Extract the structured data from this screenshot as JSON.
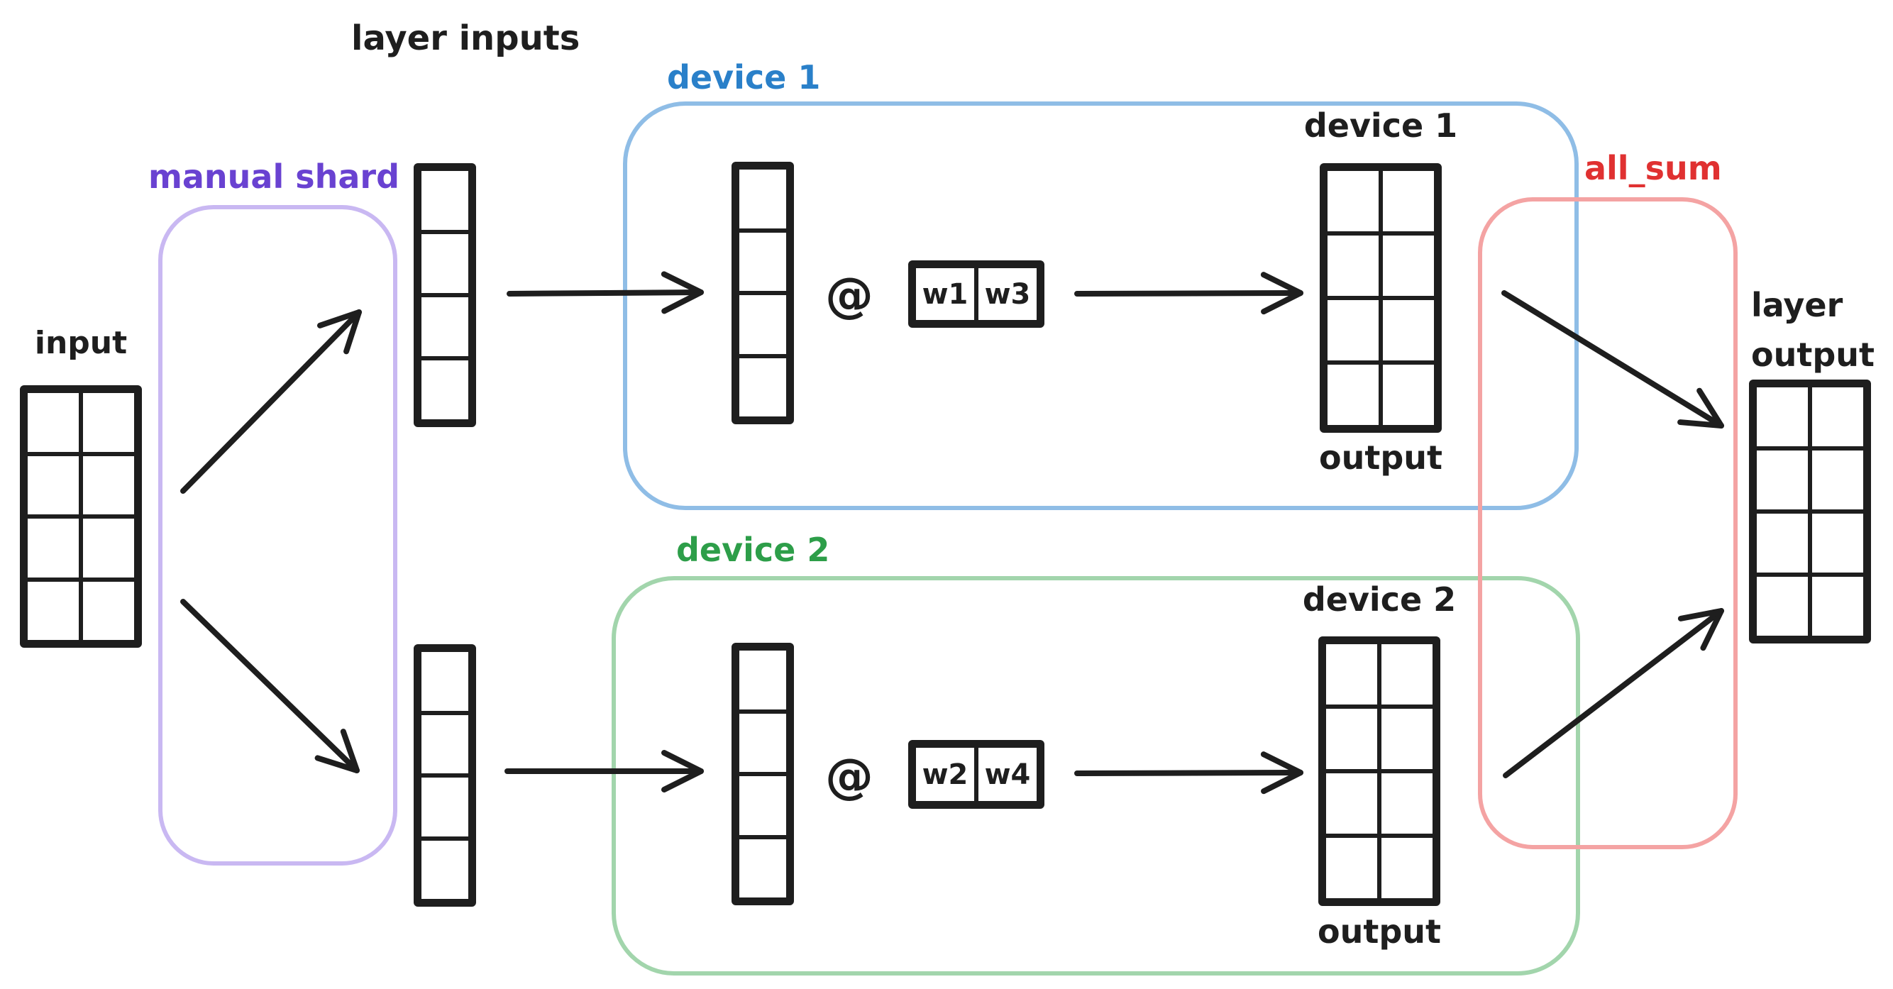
{
  "diagram": {
    "labels": {
      "layer_inputs": "layer inputs",
      "input": "input",
      "manual_shard": "manual shard",
      "device1_region": "device 1",
      "device2_region": "device 2",
      "device1_output_title": "device 1",
      "device2_output_title": "device 2",
      "device1_output_caption": "output",
      "device2_output_caption": "output",
      "all_sum": "all_sum",
      "layer_output_line1": "layer",
      "layer_output_line2": "output",
      "matmul_operator": "@"
    },
    "colors": {
      "ink": "#1e1e1e",
      "purple_label": "#6942d1",
      "purple_stroke": "#c9b8f2",
      "blue_label": "#2a80c9",
      "blue_stroke": "#8fbde6",
      "green_label": "#2d9e49",
      "green_stroke": "#a2d5ac",
      "red_label": "#e03131",
      "red_stroke": "#f4a3a3"
    },
    "grids": {
      "input": {
        "rows": 4,
        "cols": 2
      },
      "layer_input_top": {
        "rows": 4,
        "cols": 1
      },
      "layer_input_bottom": {
        "rows": 4,
        "cols": 1
      },
      "device1_activation": {
        "rows": 4,
        "cols": 1
      },
      "device2_activation": {
        "rows": 4,
        "cols": 1
      },
      "device1_weights": {
        "rows": 1,
        "cols": 2,
        "cell_labels": [
          "w1",
          "w3"
        ]
      },
      "device2_weights": {
        "rows": 1,
        "cols": 2,
        "cell_labels": [
          "w2",
          "w4"
        ]
      },
      "device1_output": {
        "rows": 4,
        "cols": 2
      },
      "device2_output": {
        "rows": 4,
        "cols": 2
      },
      "layer_output": {
        "rows": 4,
        "cols": 2
      }
    }
  }
}
